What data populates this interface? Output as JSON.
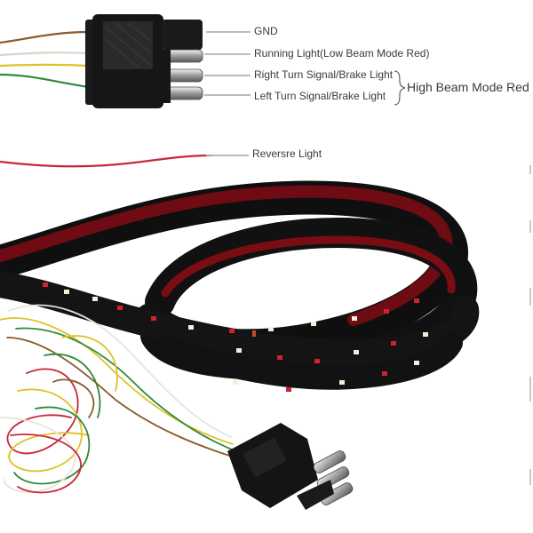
{
  "labels": {
    "gnd": "GND",
    "running": "Running Light(Low Beam Mode Red)",
    "right_turn": "Right Turn Signal/Brake Light",
    "left_turn": "Left Turn Signal/Brake Light",
    "high_beam": "High Beam Mode Red",
    "reverse": "Reversre Light"
  },
  "colors": {
    "wire_brown": "#8a5a2b",
    "wire_white": "#e8e4da",
    "wire_yellow": "#e0c12a",
    "wire_green": "#2f8a3a",
    "wire_red": "#c8283a",
    "strip_body": "#111111",
    "strip_inner_red": "#7a0c14",
    "led_white": "#f4efd8",
    "led_red": "#d0222e",
    "connector": "#161616"
  }
}
